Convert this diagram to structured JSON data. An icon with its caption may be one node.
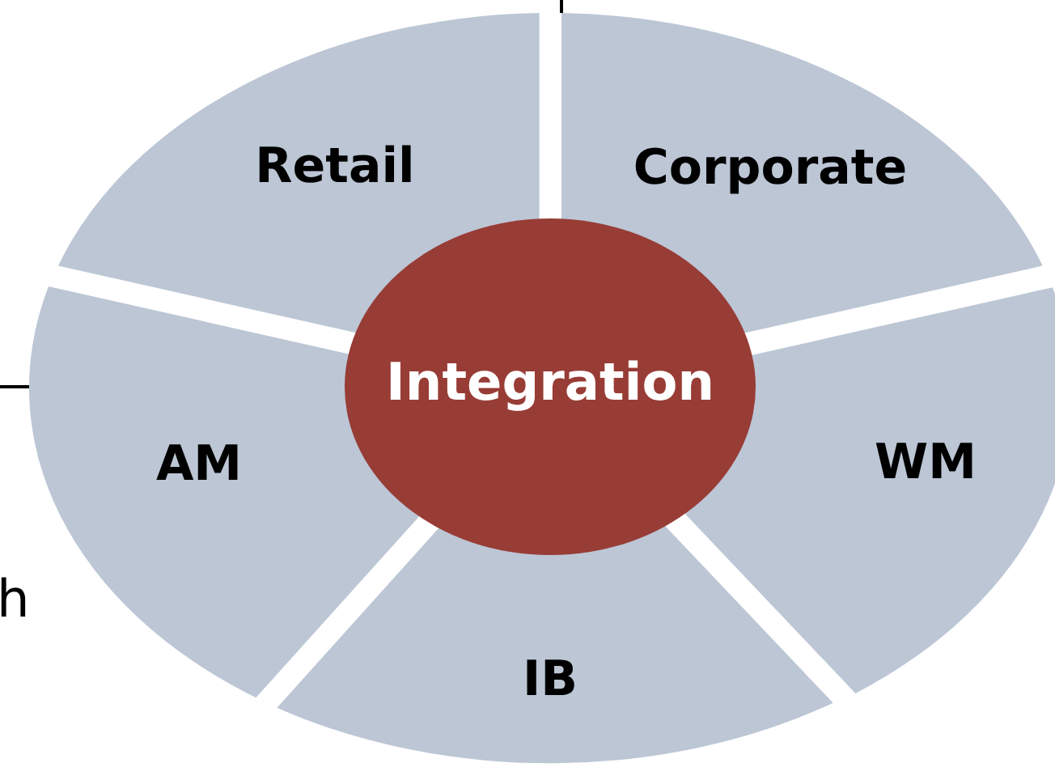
{
  "diagram": {
    "nodes": [
      {
        "text": [
          "Retail"
        ]
      },
      {
        "text": [
          "Corporate"
        ]
      },
      {
        "text": [
          "WM"
        ]
      },
      {
        "text": [
          "IB"
        ]
      },
      {
        "text": [
          "AM"
        ]
      },
      {
        "text": [
          "Integration"
        ]
      }
    ],
    "labels": [
      "h"
    ]
  }
}
